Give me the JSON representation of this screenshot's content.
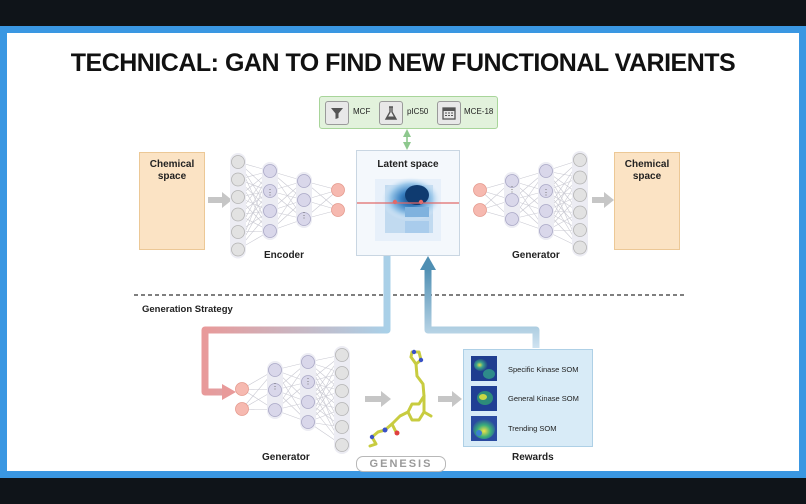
{
  "title": "TECHNICAL: GAN TO FIND NEW FUNCTIONAL VARIENTS",
  "chemical_space_left": "Chemical space",
  "chemical_space_right": "Chemical space",
  "encoder_label": "Encoder",
  "generator_top_label": "Generator",
  "latent_space_label": "Latent space",
  "properties": [
    {
      "icon": "filter-icon",
      "label": "MCF"
    },
    {
      "icon": "flask-icon",
      "label": "pIC50"
    },
    {
      "icon": "calendar-icon",
      "label": "MCE-18"
    }
  ],
  "generation_strategy_label": "Generation Strategy",
  "generator_bottom_label": "Generator",
  "rewards_label": "Rewards",
  "rewards_items": [
    {
      "label": "Specific Kinase SOM"
    },
    {
      "label": "General Kinase SOM"
    },
    {
      "label": "Trending SOM"
    }
  ],
  "logo_text": "GENESIS",
  "colors": {
    "frame": "#3a97e2",
    "accent_red": "#e89a9a",
    "accent_blue": "#5c9bbe",
    "node": "#d9d7ea",
    "node_red": "#f6b9b0"
  }
}
